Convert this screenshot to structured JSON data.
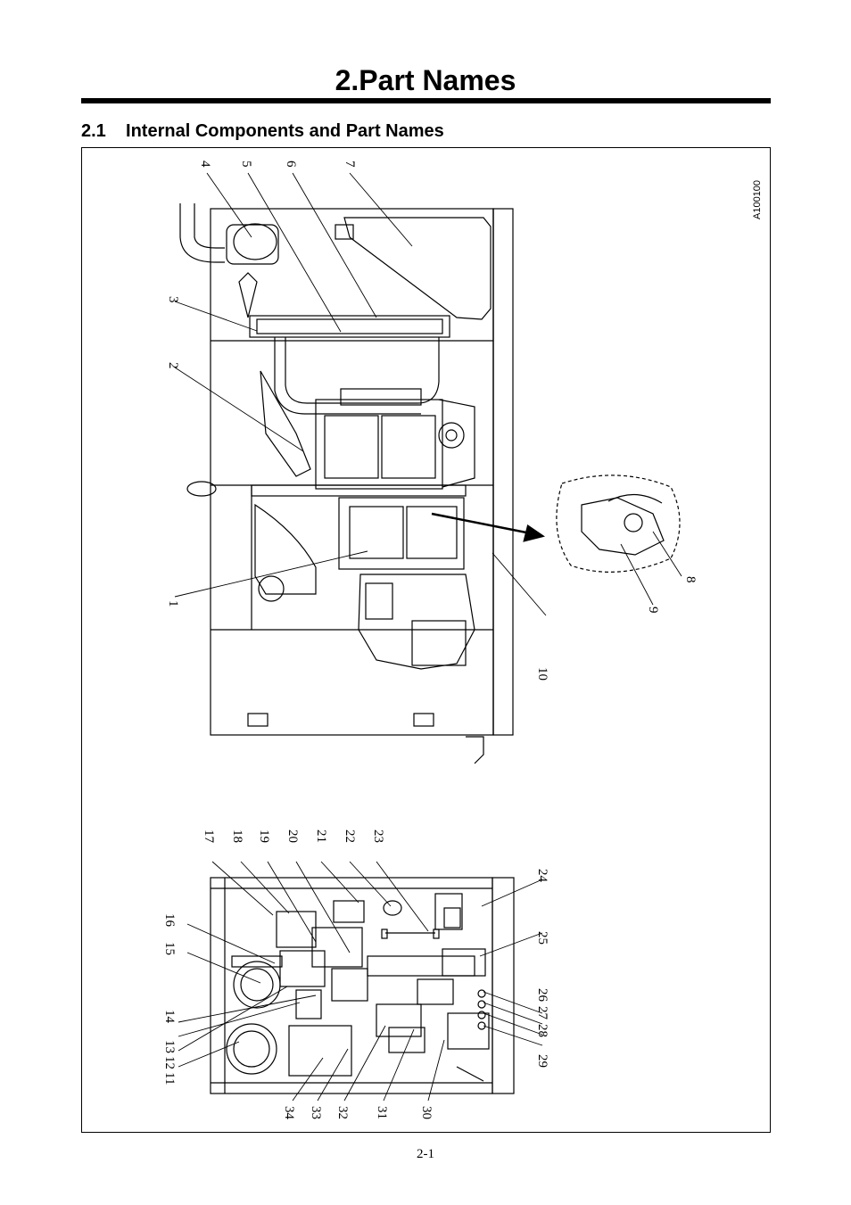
{
  "heading": "2.Part Names",
  "section": "2.1    Internal Components and Part Names",
  "figure": {
    "id": "A100100",
    "callouts_top": [
      "1",
      "2",
      "3",
      "4",
      "5",
      "6",
      "7",
      "8",
      "9",
      "10"
    ],
    "callouts_bottom": [
      "11",
      "12",
      "13",
      "14",
      "15",
      "16",
      "17",
      "18",
      "19",
      "20",
      "21",
      "22",
      "23",
      "24",
      "25",
      "26",
      "27",
      "28",
      "29",
      "30",
      "31",
      "32",
      "33",
      "34"
    ]
  },
  "page_number": "2-1"
}
